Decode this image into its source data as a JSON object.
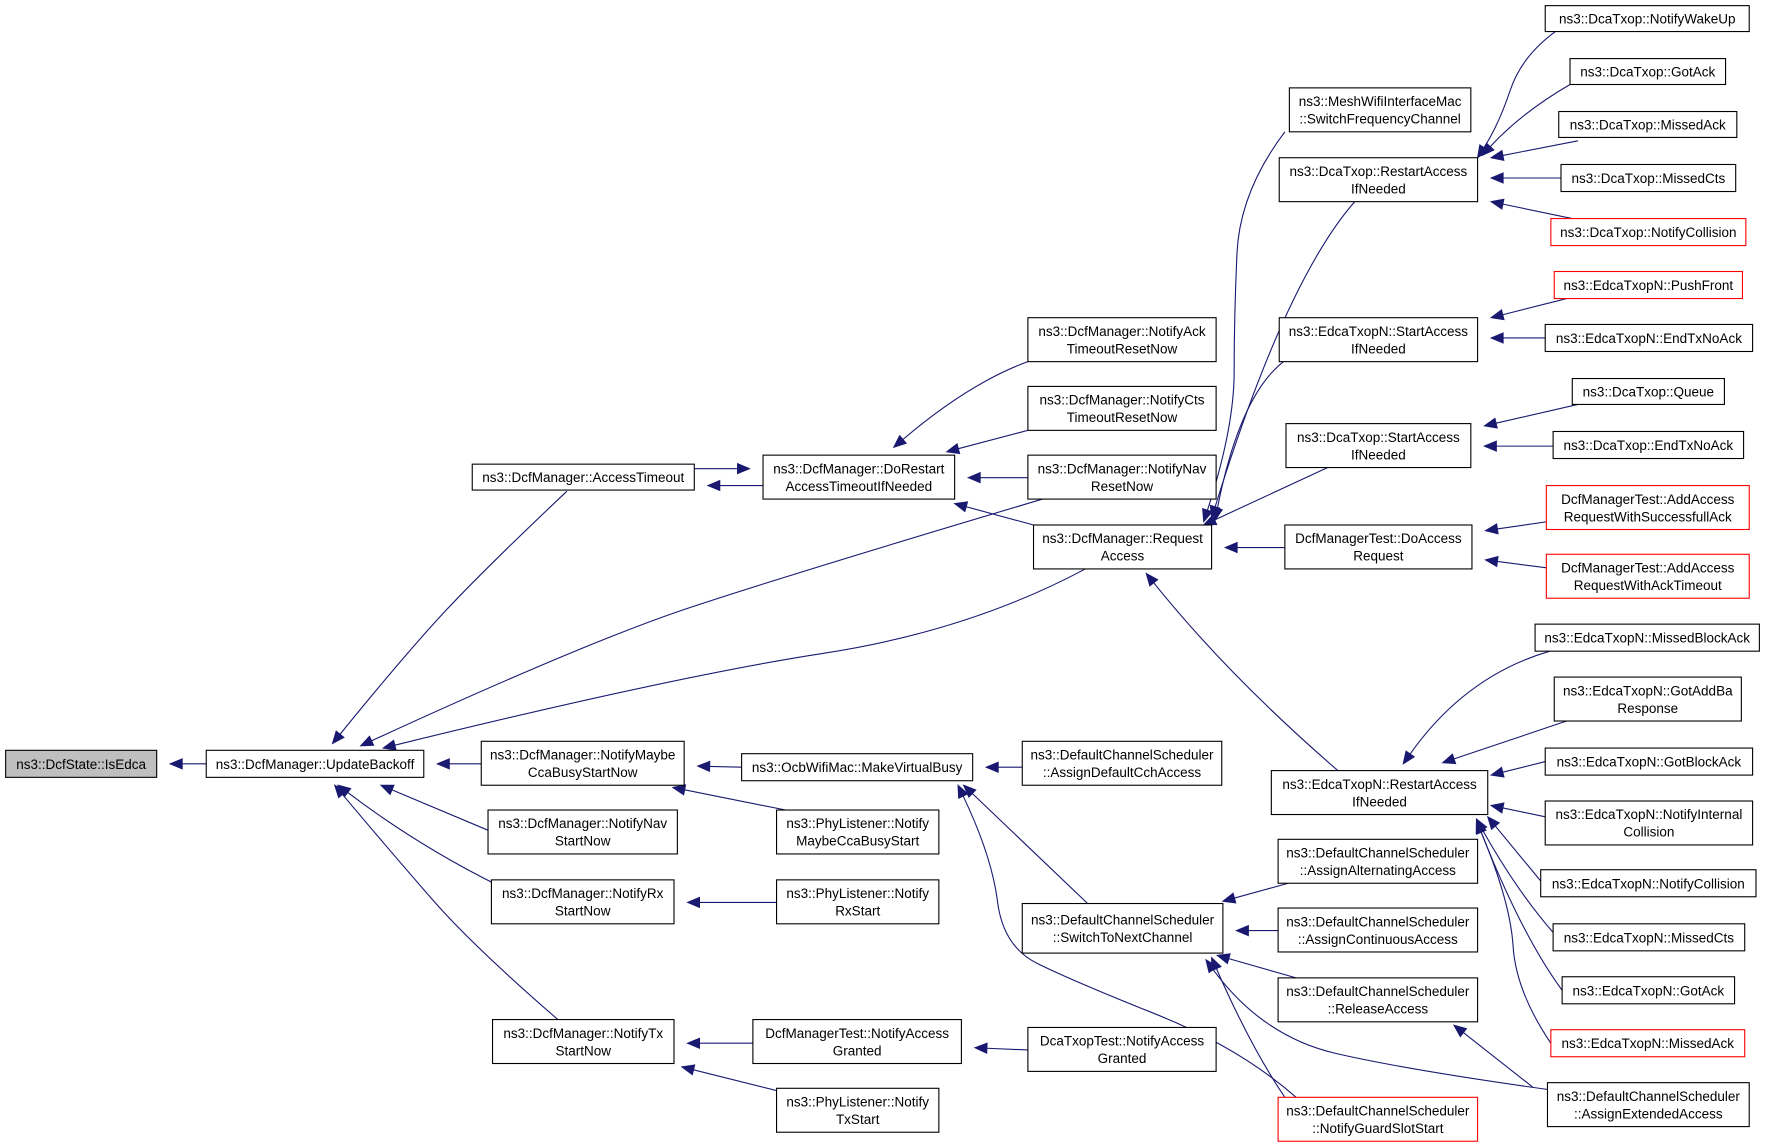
{
  "colors": {
    "edge": "#191970",
    "root_fill": "#bfbfbf",
    "truncated_border": "#ff0000",
    "node_border": "#000000",
    "background": "#ffffff"
  },
  "nodes": [
    {
      "id": "isedca",
      "lines": [
        "ns3::DcfState::IsEdca"
      ],
      "kind": "root"
    },
    {
      "id": "updatebackoff",
      "lines": [
        "ns3::DcfManager::UpdateBackoff"
      ]
    },
    {
      "id": "accesstimeout",
      "lines": [
        "ns3::DcfManager::AccessTimeout"
      ]
    },
    {
      "id": "dorestart",
      "lines": [
        "ns3::DcfManager::DoRestart",
        "AccessTimeoutIfNeeded"
      ]
    },
    {
      "id": "notifyacktimeout",
      "lines": [
        "ns3::DcfManager::NotifyAck",
        "TimeoutResetNow"
      ]
    },
    {
      "id": "notifycts",
      "lines": [
        "ns3::DcfManager::NotifyCts",
        "TimeoutResetNow"
      ]
    },
    {
      "id": "notifynavreset",
      "lines": [
        "ns3::DcfManager::NotifyNav",
        "ResetNow"
      ]
    },
    {
      "id": "requestaccess",
      "lines": [
        "ns3::DcfManager::Request",
        "Access"
      ]
    },
    {
      "id": "meshswitch",
      "lines": [
        "ns3::MeshWifiInterfaceMac",
        "::SwitchFrequencyChannel"
      ]
    },
    {
      "id": "dcarestart",
      "lines": [
        "ns3::DcaTxop::RestartAccess",
        "IfNeeded"
      ]
    },
    {
      "id": "edcastart",
      "lines": [
        "ns3::EdcaTxopN::StartAccess",
        "IfNeeded"
      ]
    },
    {
      "id": "dcastart",
      "lines": [
        "ns3::DcaTxop::StartAccess",
        "IfNeeded"
      ]
    },
    {
      "id": "dcftestdoaccess",
      "lines": [
        "DcfManagerTest::DoAccess",
        "Request"
      ]
    },
    {
      "id": "dca_wakeup",
      "lines": [
        "ns3::DcaTxop::NotifyWakeUp"
      ]
    },
    {
      "id": "dca_gotack",
      "lines": [
        "ns3::DcaTxop::GotAck"
      ]
    },
    {
      "id": "dca_missedack",
      "lines": [
        "ns3::DcaTxop::MissedAck"
      ]
    },
    {
      "id": "dca_missedcts",
      "lines": [
        "ns3::DcaTxop::MissedCts"
      ]
    },
    {
      "id": "dca_collision",
      "lines": [
        "ns3::DcaTxop::NotifyCollision"
      ],
      "kind": "truncated"
    },
    {
      "id": "edca_pushfront",
      "lines": [
        "ns3::EdcaTxopN::PushFront"
      ],
      "kind": "truncated"
    },
    {
      "id": "edca_endtxnoack",
      "lines": [
        "ns3::EdcaTxopN::EndTxNoAck"
      ]
    },
    {
      "id": "dca_queue",
      "lines": [
        "ns3::DcaTxop::Queue"
      ]
    },
    {
      "id": "dca_endtxnoack",
      "lines": [
        "ns3::DcaTxop::EndTxNoAck"
      ]
    },
    {
      "id": "addsuccess",
      "lines": [
        "DcfManagerTest::AddAccess",
        "RequestWithSuccessfullAck"
      ],
      "kind": "truncated"
    },
    {
      "id": "addacktimeout",
      "lines": [
        "DcfManagerTest::AddAccess",
        "RequestWithAckTimeout"
      ],
      "kind": "truncated"
    },
    {
      "id": "notifymaybecca",
      "lines": [
        "ns3::DcfManager::NotifyMaybe",
        "CcaBusyStartNow"
      ]
    },
    {
      "id": "notifynavstart",
      "lines": [
        "ns3::DcfManager::NotifyNav",
        "StartNow"
      ]
    },
    {
      "id": "notifyrxstart",
      "lines": [
        "ns3::DcfManager::NotifyRx",
        "StartNow"
      ]
    },
    {
      "id": "notifytxstart",
      "lines": [
        "ns3::DcfManager::NotifyTx",
        "StartNow"
      ]
    },
    {
      "id": "makevirtualbusy",
      "lines": [
        "ns3::OcbWifiMac::MakeVirtualBusy"
      ]
    },
    {
      "id": "phy_maybecca",
      "lines": [
        "ns3::PhyListener::Notify",
        "MaybeCcaBusyStart"
      ]
    },
    {
      "id": "phy_rxstart",
      "lines": [
        "ns3::PhyListener::Notify",
        "RxStart"
      ]
    },
    {
      "id": "dcftest_granted",
      "lines": [
        "DcfManagerTest::NotifyAccess",
        "Granted"
      ]
    },
    {
      "id": "phy_txstart",
      "lines": [
        "ns3::PhyListener::Notify",
        "TxStart"
      ]
    },
    {
      "id": "dcatxoptest_granted",
      "lines": [
        "DcaTxopTest::NotifyAccess",
        "Granted"
      ]
    },
    {
      "id": "assigndefaultcch",
      "lines": [
        "ns3::DefaultChannelScheduler",
        "::AssignDefaultCchAccess"
      ]
    },
    {
      "id": "switchtonext",
      "lines": [
        "ns3::DefaultChannelScheduler",
        "::SwitchToNextChannel"
      ]
    },
    {
      "id": "assignalternating",
      "lines": [
        "ns3::DefaultChannelScheduler",
        "::AssignAlternatingAccess"
      ]
    },
    {
      "id": "assigncontinuous",
      "lines": [
        "ns3::DefaultChannelScheduler",
        "::AssignContinuousAccess"
      ]
    },
    {
      "id": "releaseaccess",
      "lines": [
        "ns3::DefaultChannelScheduler",
        "::ReleaseAccess"
      ]
    },
    {
      "id": "notifyguardslot",
      "lines": [
        "ns3::DefaultChannelScheduler",
        "::NotifyGuardSlotStart"
      ],
      "kind": "truncated"
    },
    {
      "id": "assignextended",
      "lines": [
        "ns3::DefaultChannelScheduler",
        "::AssignExtendedAccess"
      ]
    },
    {
      "id": "edcarestart",
      "lines": [
        "ns3::EdcaTxopN::RestartAccess",
        "IfNeeded"
      ]
    },
    {
      "id": "edca_missedblockack",
      "lines": [
        "ns3::EdcaTxopN::MissedBlockAck"
      ]
    },
    {
      "id": "edca_gotaddba",
      "lines": [
        "ns3::EdcaTxopN::GotAddBa",
        "Response"
      ]
    },
    {
      "id": "edca_gotblockack",
      "lines": [
        "ns3::EdcaTxopN::GotBlockAck"
      ]
    },
    {
      "id": "edca_notifyinternal",
      "lines": [
        "ns3::EdcaTxopN::NotifyInternal",
        "Collision"
      ]
    },
    {
      "id": "edca_notifycollision",
      "lines": [
        "ns3::EdcaTxopN::NotifyCollision"
      ]
    },
    {
      "id": "edca_missedcts",
      "lines": [
        "ns3::EdcaTxopN::MissedCts"
      ]
    },
    {
      "id": "edca_gotack",
      "lines": [
        "ns3::EdcaTxopN::GotAck"
      ]
    },
    {
      "id": "edca_missedack",
      "lines": [
        "ns3::EdcaTxopN::MissedAck"
      ],
      "kind": "truncated"
    }
  ],
  "edges": [
    {
      "from": "updatebackoff",
      "to": "isedca"
    },
    {
      "from": "accesstimeout",
      "to": "updatebackoff"
    },
    {
      "from": "notifynavreset",
      "to": "updatebackoff"
    },
    {
      "from": "requestaccess",
      "to": "updatebackoff"
    },
    {
      "from": "notifymaybecca",
      "to": "updatebackoff"
    },
    {
      "from": "notifynavstart",
      "to": "updatebackoff"
    },
    {
      "from": "notifyrxstart",
      "to": "updatebackoff"
    },
    {
      "from": "notifytxstart",
      "to": "updatebackoff"
    },
    {
      "from": "dorestart",
      "to": "accesstimeout"
    },
    {
      "from": "accesstimeout",
      "to": "dorestart"
    },
    {
      "from": "notifyacktimeout",
      "to": "dorestart"
    },
    {
      "from": "notifycts",
      "to": "dorestart"
    },
    {
      "from": "notifynavreset",
      "to": "dorestart"
    },
    {
      "from": "requestaccess",
      "to": "dorestart"
    },
    {
      "from": "meshswitch",
      "to": "requestaccess"
    },
    {
      "from": "dcarestart",
      "to": "requestaccess"
    },
    {
      "from": "edcastart",
      "to": "requestaccess"
    },
    {
      "from": "dcastart",
      "to": "requestaccess"
    },
    {
      "from": "dcftestdoaccess",
      "to": "requestaccess"
    },
    {
      "from": "edcarestart",
      "to": "requestaccess"
    },
    {
      "from": "dca_wakeup",
      "to": "dcarestart"
    },
    {
      "from": "dca_gotack",
      "to": "dcarestart"
    },
    {
      "from": "dca_missedack",
      "to": "dcarestart"
    },
    {
      "from": "dca_missedcts",
      "to": "dcarestart"
    },
    {
      "from": "dca_collision",
      "to": "dcarestart"
    },
    {
      "from": "edca_pushfront",
      "to": "edcastart"
    },
    {
      "from": "edca_endtxnoack",
      "to": "edcastart"
    },
    {
      "from": "dca_queue",
      "to": "dcastart"
    },
    {
      "from": "dca_endtxnoack",
      "to": "dcastart"
    },
    {
      "from": "addsuccess",
      "to": "dcftestdoaccess"
    },
    {
      "from": "addacktimeout",
      "to": "dcftestdoaccess"
    },
    {
      "from": "makevirtualbusy",
      "to": "notifymaybecca"
    },
    {
      "from": "phy_maybecca",
      "to": "notifymaybecca"
    },
    {
      "from": "phy_rxstart",
      "to": "notifyrxstart"
    },
    {
      "from": "dcftest_granted",
      "to": "notifytxstart"
    },
    {
      "from": "phy_txstart",
      "to": "notifytxstart"
    },
    {
      "from": "dcatxoptest_granted",
      "to": "dcftest_granted"
    },
    {
      "from": "assigndefaultcch",
      "to": "makevirtualbusy"
    },
    {
      "from": "switchtonext",
      "to": "makevirtualbusy"
    },
    {
      "from": "notifyguardslot",
      "to": "makevirtualbusy"
    },
    {
      "from": "assignalternating",
      "to": "switchtonext"
    },
    {
      "from": "assigncontinuous",
      "to": "switchtonext"
    },
    {
      "from": "releaseaccess",
      "to": "switchtonext"
    },
    {
      "from": "notifyguardslot",
      "to": "switchtonext"
    },
    {
      "from": "assignextended",
      "to": "switchtonext"
    },
    {
      "from": "assignextended",
      "to": "releaseaccess"
    },
    {
      "from": "edca_missedblockack",
      "to": "edcarestart"
    },
    {
      "from": "edca_gotaddba",
      "to": "edcarestart"
    },
    {
      "from": "edca_gotblockack",
      "to": "edcarestart"
    },
    {
      "from": "edca_notifyinternal",
      "to": "edcarestart"
    },
    {
      "from": "edca_notifycollision",
      "to": "edcarestart"
    },
    {
      "from": "edca_missedcts",
      "to": "edcarestart"
    },
    {
      "from": "edca_gotack",
      "to": "edcarestart"
    },
    {
      "from": "edca_missedack",
      "to": "edcarestart"
    }
  ]
}
